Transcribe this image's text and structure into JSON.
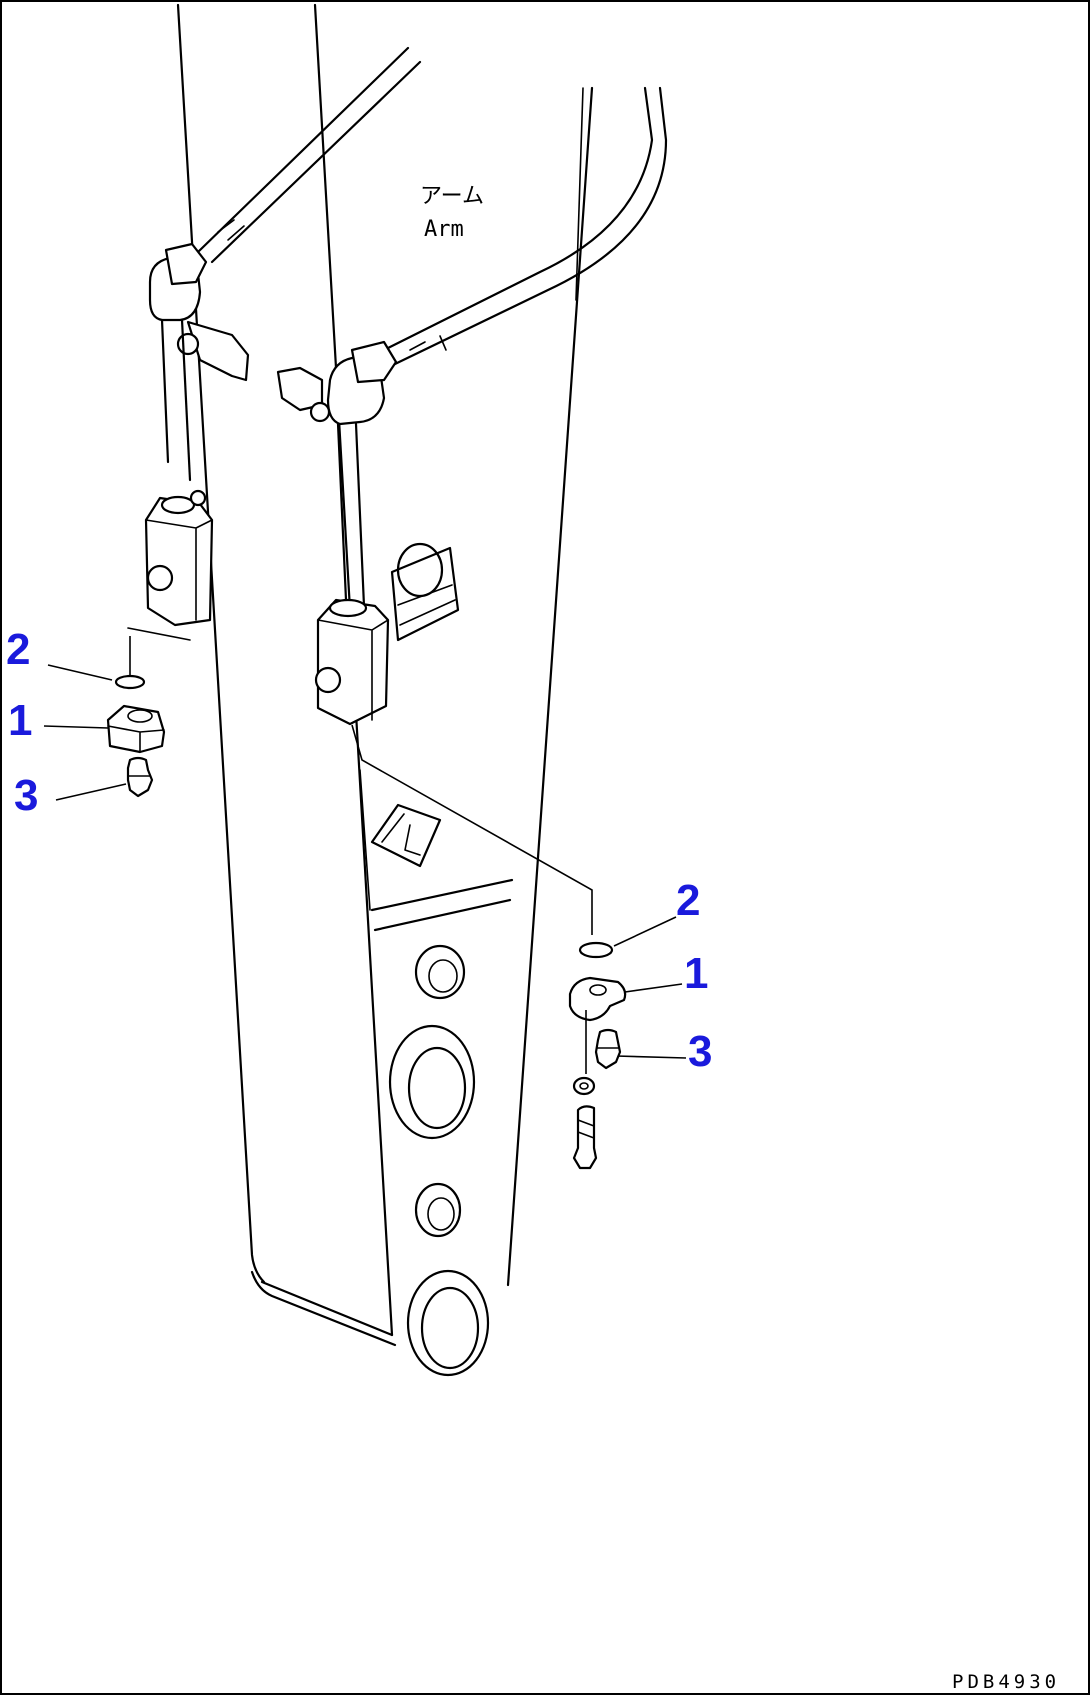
{
  "diagram": {
    "label_jp": "アーム",
    "label_en": "Arm",
    "drawing_code": "PDB4930",
    "left_group": {
      "callouts": [
        {
          "number": "2"
        },
        {
          "number": "1"
        },
        {
          "number": "3"
        }
      ]
    },
    "right_group": {
      "callouts": [
        {
          "number": "2"
        },
        {
          "number": "1"
        },
        {
          "number": "3"
        }
      ]
    }
  }
}
